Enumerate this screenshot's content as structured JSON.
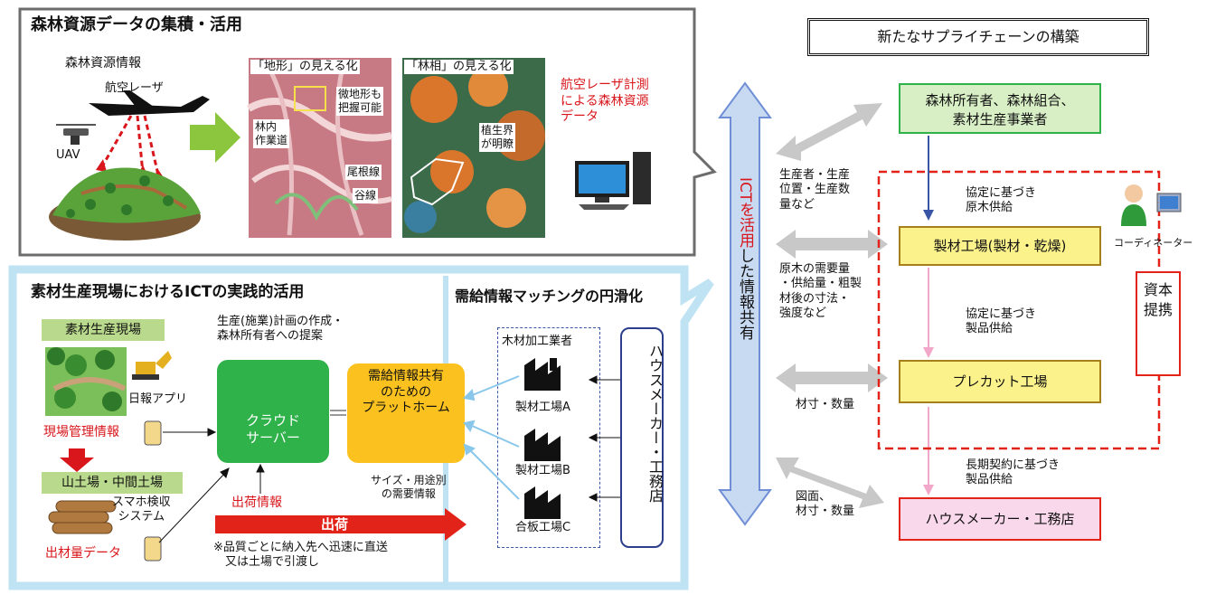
{
  "colors": {
    "accent_red": "#d8161b",
    "green_box": "#2fb24a",
    "yellow_box": "#fbea6c",
    "light_blue_panel": "#bfe3f3",
    "arrow_blue": "#c8daf2",
    "pink_arrow": "#f2a7c9",
    "gray_arrow": "#c8c8c8"
  },
  "forest_panel": {
    "title": "森林資源データの集積・活用",
    "subtitle": "森林資源情報",
    "laser_label": "航空レーザ",
    "uav_label": "UAV",
    "terrain_title": "「地形」の見える化",
    "terrain_micro": "微地形も\n把握可能",
    "terrain_road": "林内\n作業道",
    "terrain_ridge": "尾根線",
    "terrain_valley": "谷線",
    "vegetation_title": "「林相」の見える化",
    "vegetation_boundary": "植生界\nが明瞭",
    "laser_data": "航空レーザ計測\nによる森林資源\nデータ"
  },
  "ict_panel": {
    "title": "素材生産現場におけるICTの実践的活用",
    "site_label": "素材生産現場",
    "plan_text": "生産(施業)計画の作成・\n森林所有者への提案",
    "daily_app": "日報アプリ",
    "site_info": "現場管理情報",
    "yard_label": "山土場・中間土場",
    "smartphone": "スマホ検収\nシステム",
    "output_data": "出材量データ",
    "cloud": "クラウド\nサーバー",
    "shipping_info": "出荷情報",
    "shipping": "出荷",
    "note": "※品質ごとに納入先へ迅速に直送\n　又は土場で引渡し"
  },
  "matching_panel": {
    "title": "需給情報マッチングの円滑化",
    "platform": "需給情報共有\nのための\nプラットホーム",
    "size_info": "サイズ・用途別\nの需要情報",
    "processors_label": "木材加工業者",
    "factories": [
      "製材工場A",
      "製材工場B",
      "合板工場C"
    ],
    "house_maker": "ハウスメーカー・工務店"
  },
  "info_share": {
    "ict_part": "ICTを活用",
    "rest_part": "した情報共有"
  },
  "supply_chain": {
    "title": "新たなサプライチェーンの構築",
    "owners": "森林所有者、森林組合、\n素材生産事業者",
    "info1": "生産者・生産\n位置・生産数\n量など",
    "agreement1": "協定に基づき\n原木供給",
    "coordinator": "コーディネーター",
    "sawmill": "製材工場(製材・乾燥)",
    "info2": "原木の需要量\n・供給量・粗製\n材後の寸法・\n強度など",
    "agreement2": "協定に基づき\n製品供給",
    "capital": "資本提携",
    "precut": "プレカット工場",
    "info3": "材寸・数量",
    "longterm": "長期契約に基づき\n製品供給",
    "info4": "図面、\n材寸・数量",
    "house_maker": "ハウスメーカー・工務店"
  }
}
